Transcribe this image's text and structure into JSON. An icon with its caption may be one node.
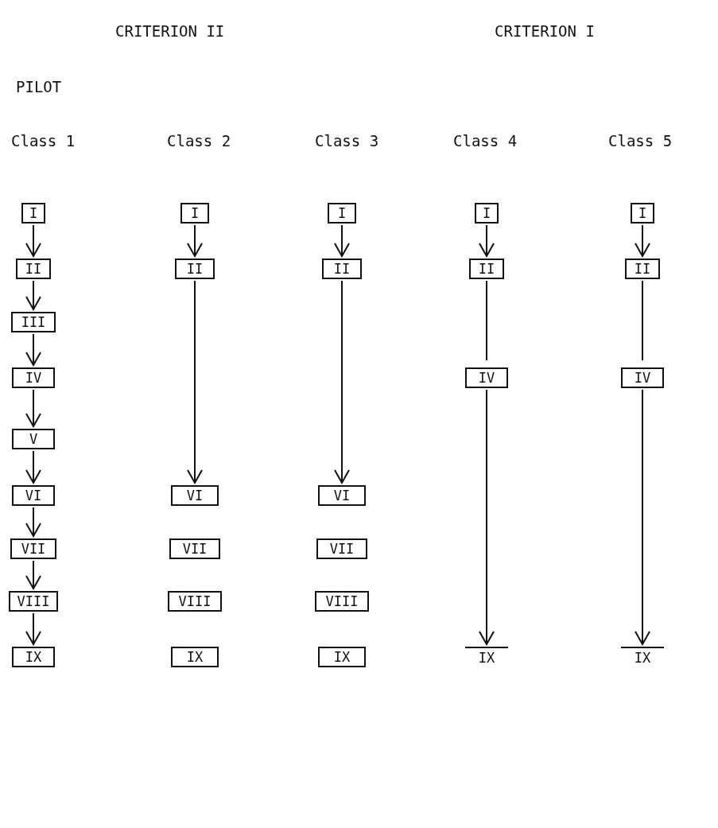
{
  "diagram": {
    "nodes": [
      {
        "text": [
          "I"
        ]
      },
      {
        "text": [
          "II"
        ]
      },
      {
        "text": [
          "III"
        ]
      },
      {
        "text": [
          "IV"
        ]
      },
      {
        "text": [
          "V"
        ]
      },
      {
        "text": [
          "VI"
        ]
      },
      {
        "text": [
          "VII"
        ]
      },
      {
        "text": [
          "VIII"
        ]
      },
      {
        "text": [
          "IX"
        ]
      },
      {
        "text": [
          "I"
        ]
      },
      {
        "text": [
          "II"
        ]
      },
      {
        "text": [
          "VI"
        ]
      },
      {
        "text": [
          "VII"
        ]
      },
      {
        "text": [
          "VIII"
        ]
      },
      {
        "text": [
          "IX"
        ]
      },
      {
        "text": [
          "I"
        ]
      },
      {
        "text": [
          "II"
        ]
      },
      {
        "text": [
          "VI"
        ]
      },
      {
        "text": [
          "VII"
        ]
      },
      {
        "text": [
          "VIII"
        ]
      },
      {
        "text": [
          "IX"
        ]
      },
      {
        "text": [
          "I"
        ]
      },
      {
        "text": [
          "II"
        ]
      },
      {
        "text": [
          "IV"
        ]
      },
      {
        "text": [
          "IX"
        ]
      },
      {
        "text": [
          "I"
        ]
      },
      {
        "text": [
          "II"
        ]
      },
      {
        "text": [
          "IV"
        ]
      },
      {
        "text": [
          "IX"
        ]
      }
    ],
    "edges": [
      {
        "from": 0,
        "to": 1,
        "arrow": "to"
      },
      {
        "from": 1,
        "to": 2,
        "arrow": "to"
      },
      {
        "from": 2,
        "to": 3,
        "arrow": "to"
      },
      {
        "from": 3,
        "to": 4,
        "arrow": "to"
      },
      {
        "from": 4,
        "to": 5,
        "arrow": "to"
      },
      {
        "from": 5,
        "to": 6,
        "arrow": "to"
      },
      {
        "from": 6,
        "to": 7,
        "arrow": "to"
      },
      {
        "from": 7,
        "to": 8,
        "arrow": "to"
      },
      {
        "from": 9,
        "to": 10,
        "arrow": "to"
      },
      {
        "from": 10,
        "to": 11,
        "arrow": "to"
      },
      {
        "from": 15,
        "to": 16,
        "arrow": "to"
      },
      {
        "from": 16,
        "to": 17,
        "arrow": "to"
      },
      {
        "from": 21,
        "to": 22,
        "arrow": "to"
      },
      {
        "from": 22,
        "to": 23,
        "arrow": "none"
      },
      {
        "from": 23,
        "to": 24,
        "arrow": "to"
      },
      {
        "from": 25,
        "to": 26,
        "arrow": "to"
      },
      {
        "from": 26,
        "to": 27,
        "arrow": "none"
      },
      {
        "from": 27,
        "to": 28,
        "arrow": "to"
      }
    ],
    "labels": [
      "CRITERION II",
      "CRITERION I",
      "PILOT",
      "Class 1",
      "Class 2",
      "Class 3",
      "Class 4",
      "Class 5"
    ]
  }
}
